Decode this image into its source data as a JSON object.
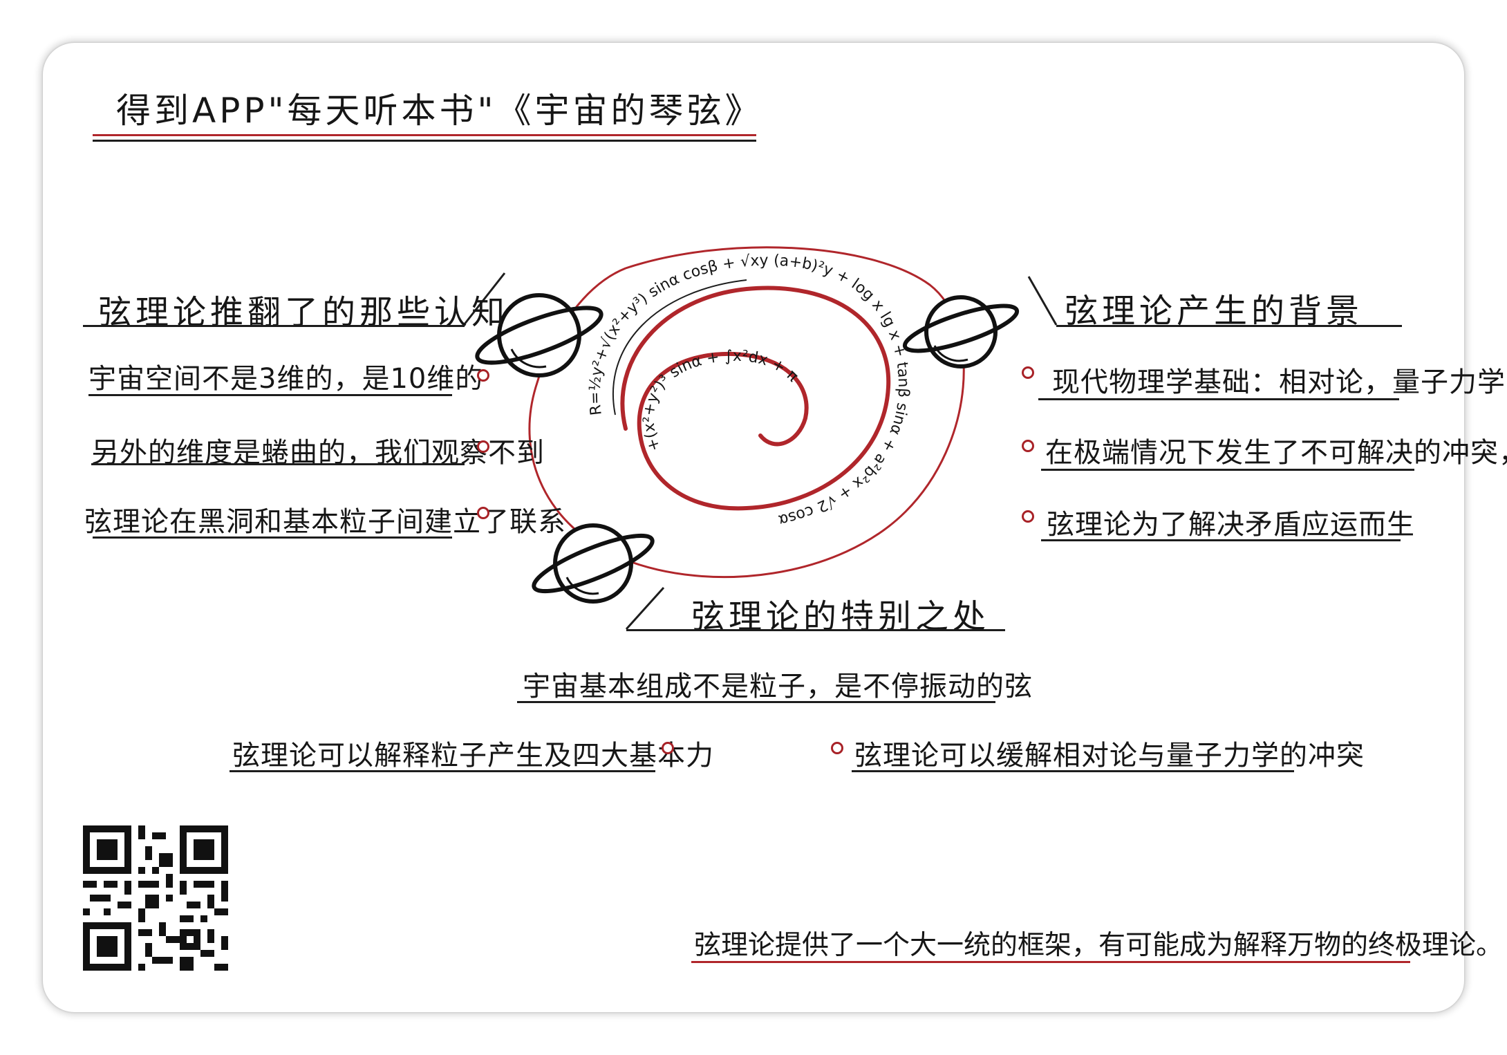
{
  "title": "得到APP\"每天听本书\"《宇宙的琴弦》",
  "left_section": {
    "heading": "弦理论推翻了的那些认知",
    "items": [
      "宇宙空间不是3维的，是10维的",
      "另外的维度是蜷曲的，我们观察不到",
      "弦理论在黑洞和基本粒子间建立了联系"
    ]
  },
  "right_section": {
    "heading": "弦理论产生的背景",
    "items": [
      "现代物理学基础：相对论，量子力学",
      "在极端情况下发生了不可解决的冲突，",
      "弦理论为了解决矛盾应运而生"
    ]
  },
  "center_section": {
    "heading": "弦理论的特别之处",
    "main": "宇宙基本组成不是粒子，是不停振动的弦",
    "items": [
      "弦理论可以解释粒子产生及四大基本力",
      "弦理论可以缓解相对论与量子力学的冲突"
    ]
  },
  "conclusion": "弦理论提供了一个大一统的框架，有可能成为解释万物的终极理论。",
  "spiral_formula_outer": "R=½y²+√(x²+y³) sinα cosβ + √xy (a+b)²y + log x lg x + tanβ sinα + a²b²x + √2 cosα",
  "spiral_formula_inner": "+(x²+y²)³ sinα + ∫x²dx + π",
  "colors": {
    "ink": "#161616",
    "accent": "#b0262b",
    "shadow": "#cfcfcf"
  }
}
